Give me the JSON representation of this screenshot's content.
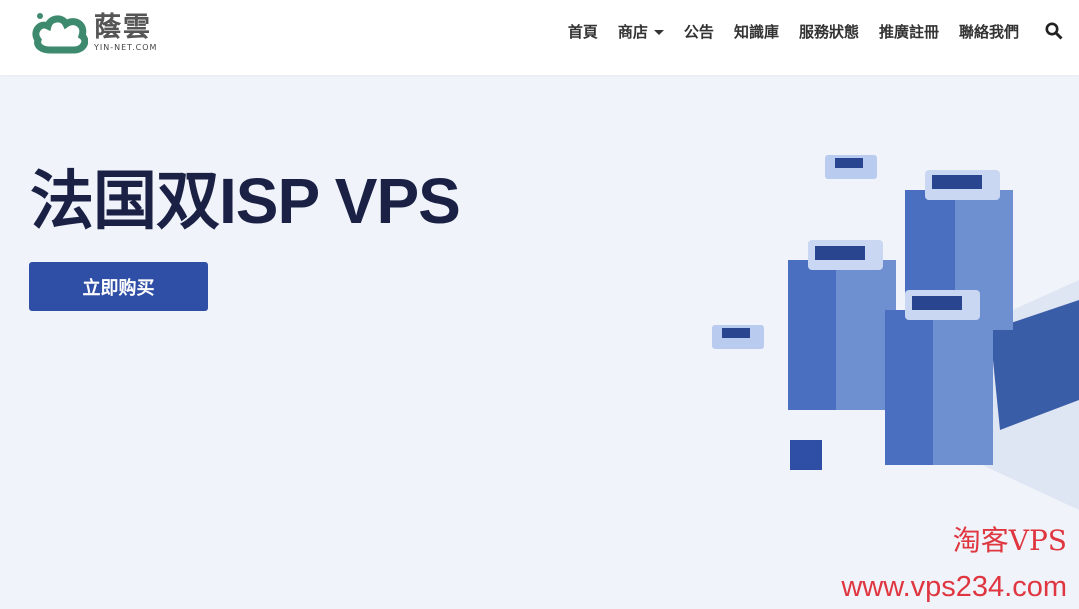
{
  "header": {
    "logo": {
      "name": "蔭雲",
      "domain": "YIN-NET.COM"
    },
    "nav": [
      {
        "label": "首頁"
      },
      {
        "label": "商店"
      },
      {
        "label": "公告"
      },
      {
        "label": "知識庫"
      },
      {
        "label": "服務狀態"
      },
      {
        "label": "推廣註冊"
      },
      {
        "label": "聯絡我們"
      }
    ],
    "search_icon": "search-icon"
  },
  "hero": {
    "title": "法国双ISP VPS",
    "buy_label": "立即购买"
  },
  "colors": {
    "primary": "#2f4ea6",
    "title": "#1a2145",
    "logo_green": "#3d8a6e"
  },
  "watermark": {
    "line1": "淘客VPS",
    "line2": "www.vps234.com"
  }
}
